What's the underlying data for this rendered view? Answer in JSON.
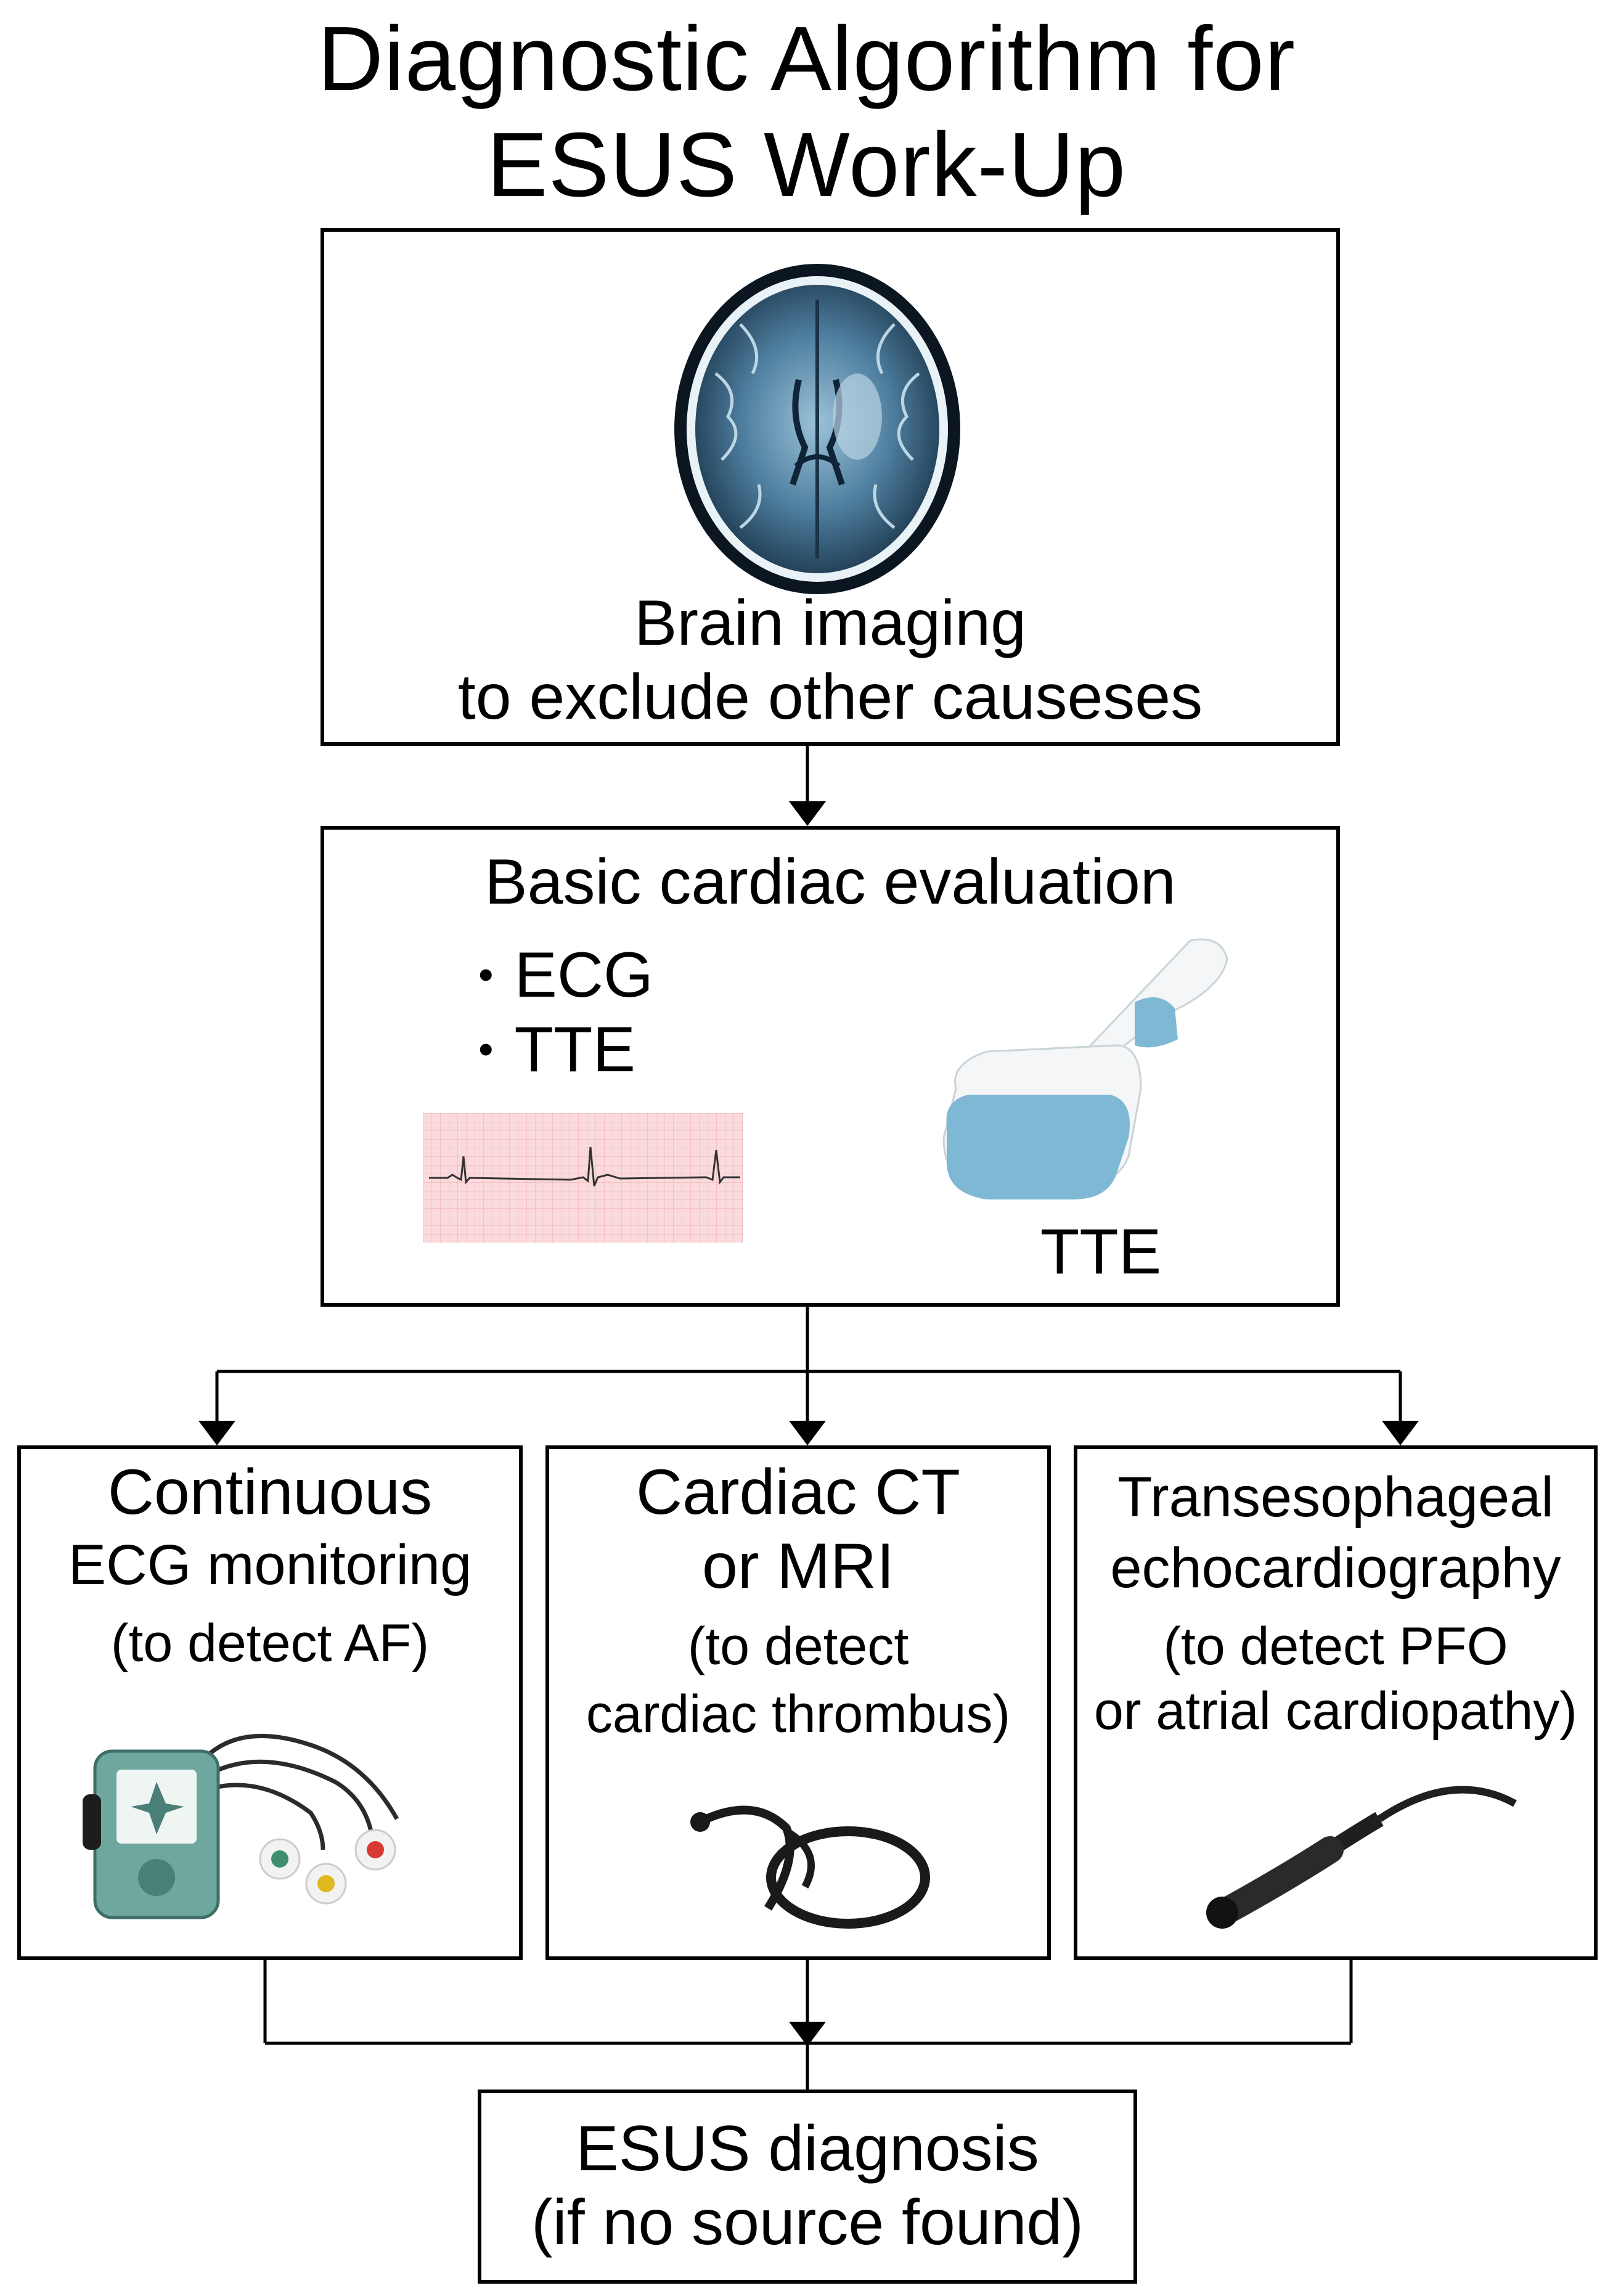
{
  "title": {
    "line1": "Diagnostic Algorithm for",
    "line2": "ESUS Work-Up"
  },
  "step1": {
    "line1": "Brain imaging",
    "line2": "to exclude other causeses",
    "image": "brain-mri-axial"
  },
  "step2": {
    "heading": "Basic cardiac evaluation",
    "bullets": [
      "ECG",
      "TTE"
    ],
    "image_ecg": "ecg-strip",
    "image_probe": "ultrasound-probe",
    "probe_label": "TTE"
  },
  "branches": [
    {
      "line1": "Continuous",
      "line2": "ECG monitoring",
      "paren1": "(to detect AF)",
      "paren2": "",
      "image": "holter-monitor"
    },
    {
      "line1": "Cardiac CT",
      "line2": "or MRI",
      "paren1": "(to detect",
      "paren2": "cardiac thrombus)",
      "image": "stethoscope"
    },
    {
      "line1": "Transesophageal",
      "line2": "echocardiography",
      "paren1": "(to detect PFO",
      "paren2": "or atrial cardiopathy)",
      "image": "tee-probe"
    }
  ],
  "outcome": {
    "line1": "ESUS diagnosis",
    "line2": "(if no source found)"
  },
  "colors": {
    "line": "#000000",
    "mri": "#4f7fa0",
    "ecg_grid": "#f6c8cc",
    "probe_blue": "#7fb8d4",
    "holter": "#6ea79d"
  }
}
